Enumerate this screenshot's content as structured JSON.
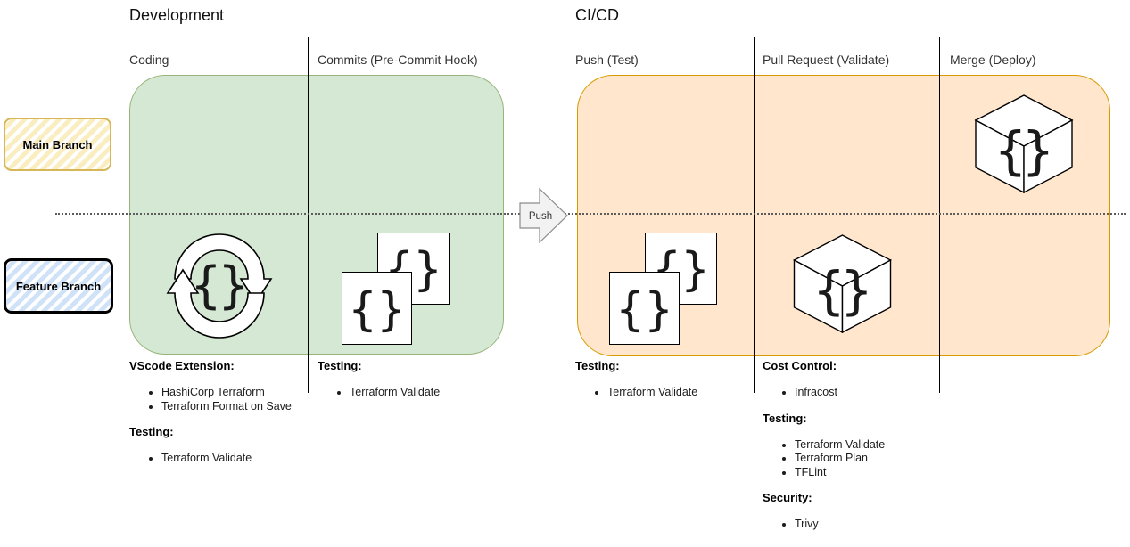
{
  "sections": {
    "development": {
      "title": "Development"
    },
    "cicd": {
      "title": "CI/CD"
    }
  },
  "columns": [
    {
      "id": "coding",
      "label": "Coding"
    },
    {
      "id": "commits",
      "label": "Commits (Pre-Commit Hook)"
    },
    {
      "id": "push",
      "label": "Push (Test)"
    },
    {
      "id": "pull_request",
      "label": "Pull Request (Validate)"
    },
    {
      "id": "merge",
      "label": "Merge (Deploy)"
    }
  ],
  "branches": {
    "main": {
      "label": "Main Branch",
      "fill": "#fff2cc",
      "border": "#d6b656"
    },
    "feature": {
      "label": "Feature Branch",
      "fill": "#dae8fc",
      "border": "#000000"
    }
  },
  "flow": {
    "push_label": "Push"
  },
  "colors": {
    "development_zone_fill": "#d5e8d4",
    "development_zone_border": "#97b57b",
    "cicd_zone_fill": "#ffe6cc",
    "cicd_zone_border": "#d79b00"
  },
  "icons": {
    "brace_left": "{",
    "brace_right": "}",
    "coding_icon": "sync-loop-code-icon",
    "commits_icon": "code-files-icon",
    "push_icon": "code-files-icon",
    "pull_request_icon": "code-cube-icon",
    "merge_icon": "code-cube-icon"
  },
  "notes": {
    "coding": [
      {
        "heading": "VScode Extension:",
        "items": [
          "HashiCorp Terraform",
          "Terraform Format on Save"
        ]
      },
      {
        "heading": "Testing:",
        "items": [
          "Terraform Validate"
        ]
      }
    ],
    "commits": [
      {
        "heading": "Testing:",
        "items": [
          "Terraform Validate"
        ]
      }
    ],
    "push": [
      {
        "heading": "Testing:",
        "items": [
          "Terraform Validate"
        ]
      }
    ],
    "pull_request": [
      {
        "heading": "Cost Control:",
        "items": [
          "Infracost"
        ]
      },
      {
        "heading": "Testing:",
        "items": [
          "Terraform Validate",
          "Terraform Plan",
          "TFLint"
        ]
      },
      {
        "heading": "Security:",
        "items": [
          "Trivy"
        ]
      }
    ]
  }
}
